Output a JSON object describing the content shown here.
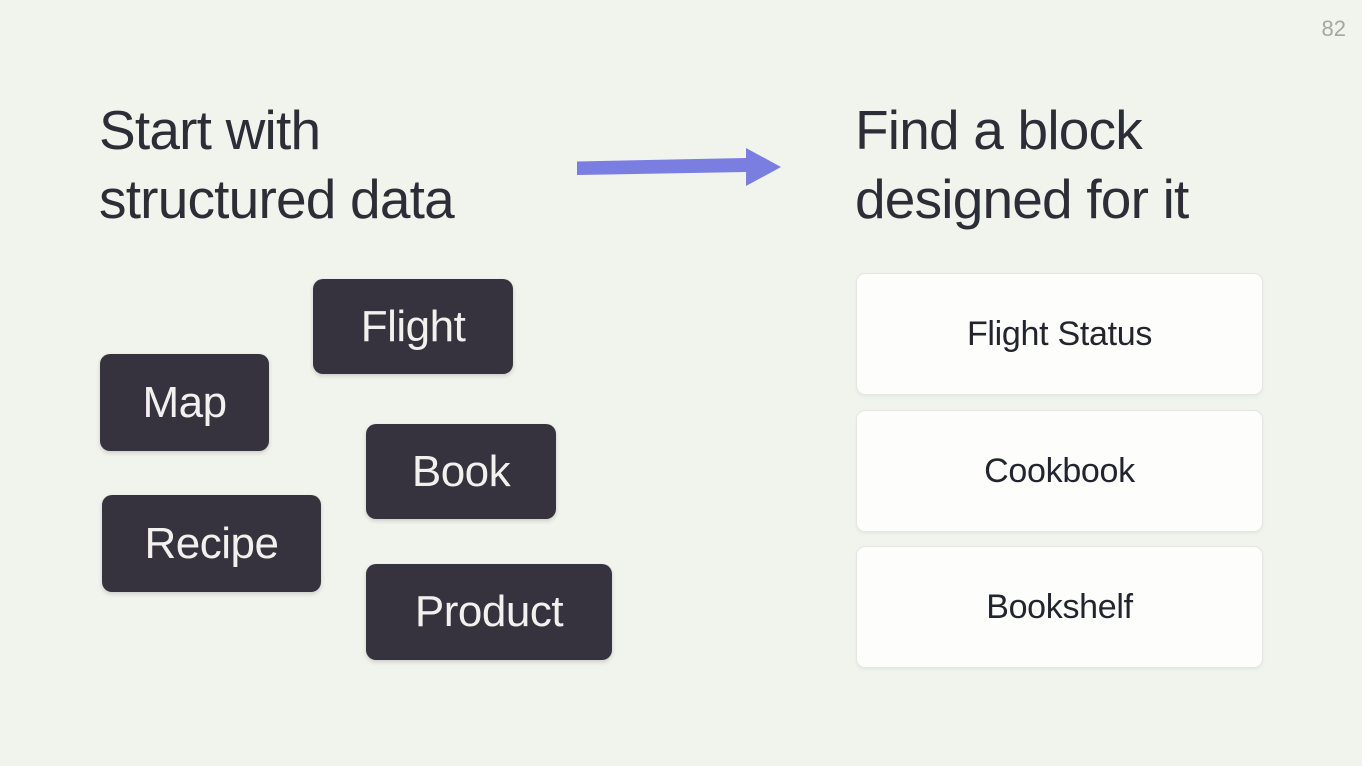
{
  "page_number": "82",
  "colors": {
    "background": "#f1f3ed",
    "chip_bg": "#36333e",
    "chip_text": "#f3f1ee",
    "heading": "#2c2e37",
    "card_bg": "#fdfdfc",
    "card_border": "#e5e6e0",
    "card_text": "#23252e",
    "arrow": "#7b7ee1",
    "page_number": "#a5a6a1"
  },
  "left": {
    "heading_line1": "Start with",
    "heading_line2": "structured data",
    "chips": [
      {
        "label": "Flight"
      },
      {
        "label": "Map"
      },
      {
        "label": "Book"
      },
      {
        "label": "Recipe"
      },
      {
        "label": "Product"
      }
    ]
  },
  "arrow": {
    "icon": "right-arrow"
  },
  "right": {
    "heading_line1": "Find a block",
    "heading_line2": "designed for it",
    "cards": [
      {
        "label": "Flight Status"
      },
      {
        "label": "Cookbook"
      },
      {
        "label": "Bookshelf"
      }
    ]
  }
}
